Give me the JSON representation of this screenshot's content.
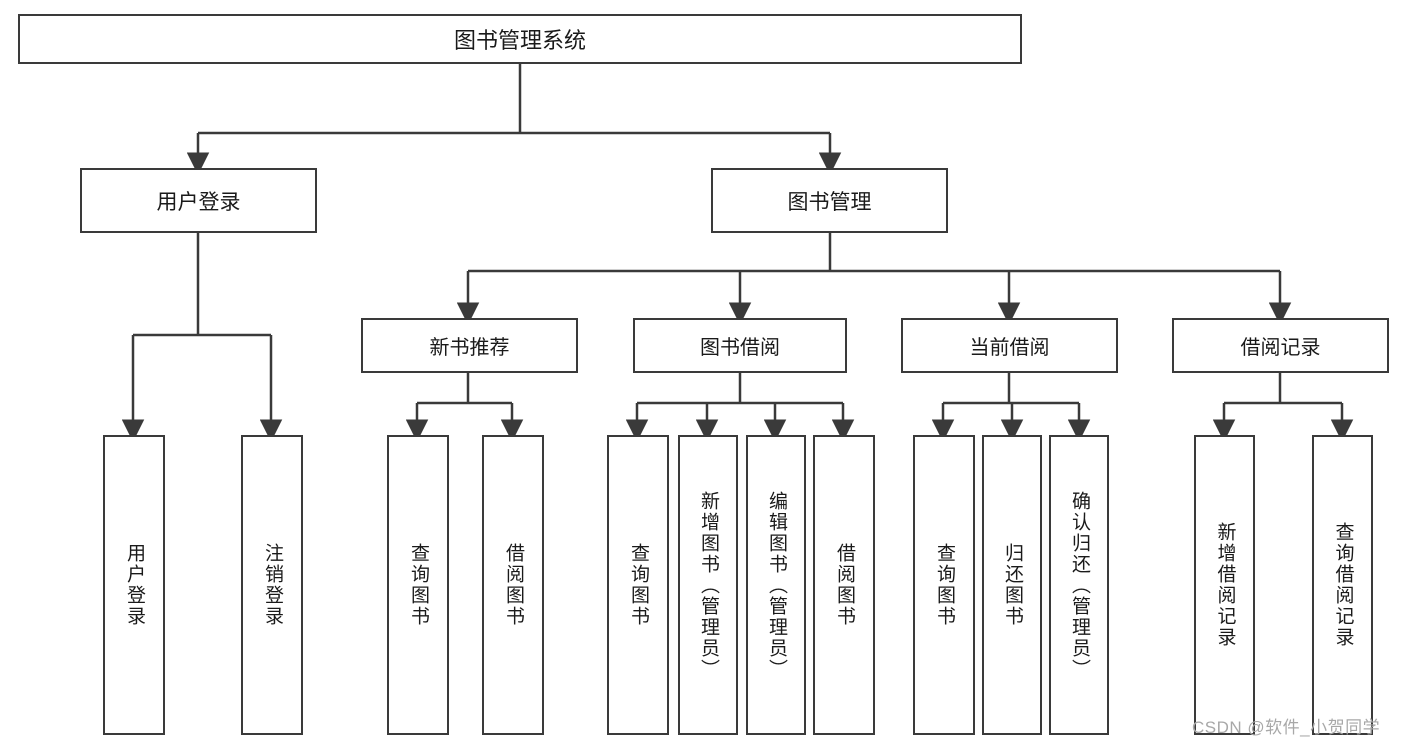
{
  "diagram": {
    "title": "图书管理系统",
    "type": "tree-hierarchy-diagram",
    "colors": {
      "box_border": "#3a3a3a",
      "box_fill": "#ffffff",
      "edge": "#3a3a3a",
      "text": "#1a1a1a",
      "watermark": "#a8a8a8",
      "background": "#ffffff"
    },
    "root": {
      "label": "图书管理系统"
    },
    "level1": [
      {
        "label": "用户登录"
      },
      {
        "label": "图书管理"
      }
    ],
    "level2": [
      {
        "label": "新书推荐"
      },
      {
        "label": "图书借阅"
      },
      {
        "label": "当前借阅"
      },
      {
        "label": "借阅记录"
      }
    ],
    "leaves": {
      "user_login": [
        {
          "label": "用户登录"
        },
        {
          "label": "注销登录"
        }
      ],
      "new_book_recommend": [
        {
          "label": "查询图书"
        },
        {
          "label": "借阅图书"
        }
      ],
      "book_borrow": [
        {
          "label": "查询图书"
        },
        {
          "label": "新增图书（管理员）"
        },
        {
          "label": "编辑图书（管理员）"
        },
        {
          "label": "借阅图书"
        }
      ],
      "current_borrow": [
        {
          "label": "查询图书"
        },
        {
          "label": "归还图书"
        },
        {
          "label": "确认归还（管理员）"
        }
      ],
      "borrow_record": [
        {
          "label": "新增借阅记录"
        },
        {
          "label": "查询借阅记录"
        }
      ]
    }
  },
  "watermark": {
    "text": "CSDN @软件_小贺同学"
  }
}
